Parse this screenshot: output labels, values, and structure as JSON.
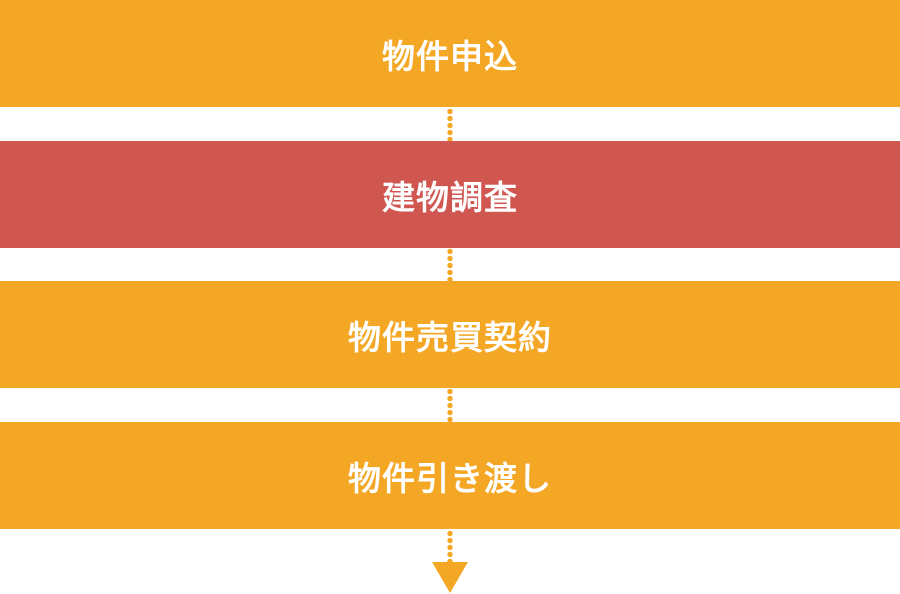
{
  "colors": {
    "step_default": "#f4a724",
    "step_highlight": "#d05650",
    "connector": "#f4a724",
    "text": "#ffffff"
  },
  "steps": [
    {
      "label": "物件申込",
      "highlighted": false
    },
    {
      "label": "建物調査",
      "highlighted": true
    },
    {
      "label": "物件売買契約",
      "highlighted": false
    },
    {
      "label": "物件引き渡し",
      "highlighted": false
    }
  ]
}
